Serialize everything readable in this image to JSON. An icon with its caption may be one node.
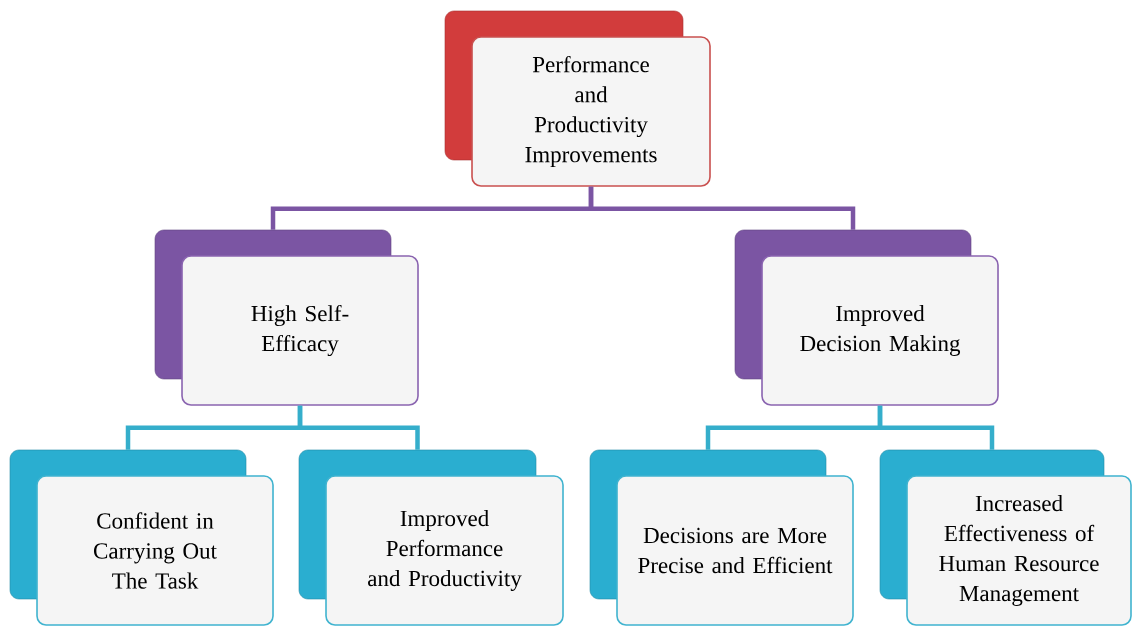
{
  "diagram": {
    "nodes": [
      {
        "text": [
          "Performance and Productivity Improvements"
        ]
      },
      {
        "text": [
          "High Self-Efficacy"
        ]
      },
      {
        "text": [
          "Improved Decision Making"
        ]
      },
      {
        "text": [
          "Confident in Carrying Out The Task"
        ]
      },
      {
        "text": [
          "Improved Performance and Productivity"
        ]
      },
      {
        "text": [
          "Decisions are More Precise and Efficient"
        ]
      },
      {
        "text": [
          "Increased Effectiveness of Human Resource Management"
        ]
      }
    ],
    "edges": [
      {
        "from": 0,
        "to": 1,
        "arrow": "none",
        "color": "#7b55a3"
      },
      {
        "from": 0,
        "to": 2,
        "arrow": "none",
        "color": "#7b55a3"
      },
      {
        "from": 1,
        "to": 3,
        "arrow": "none"
      },
      {
        "from": 1,
        "to": 4,
        "arrow": "none"
      },
      {
        "from": 2,
        "to": 5,
        "arrow": "none"
      },
      {
        "from": 2,
        "to": 6,
        "arrow": "none"
      }
    ]
  }
}
